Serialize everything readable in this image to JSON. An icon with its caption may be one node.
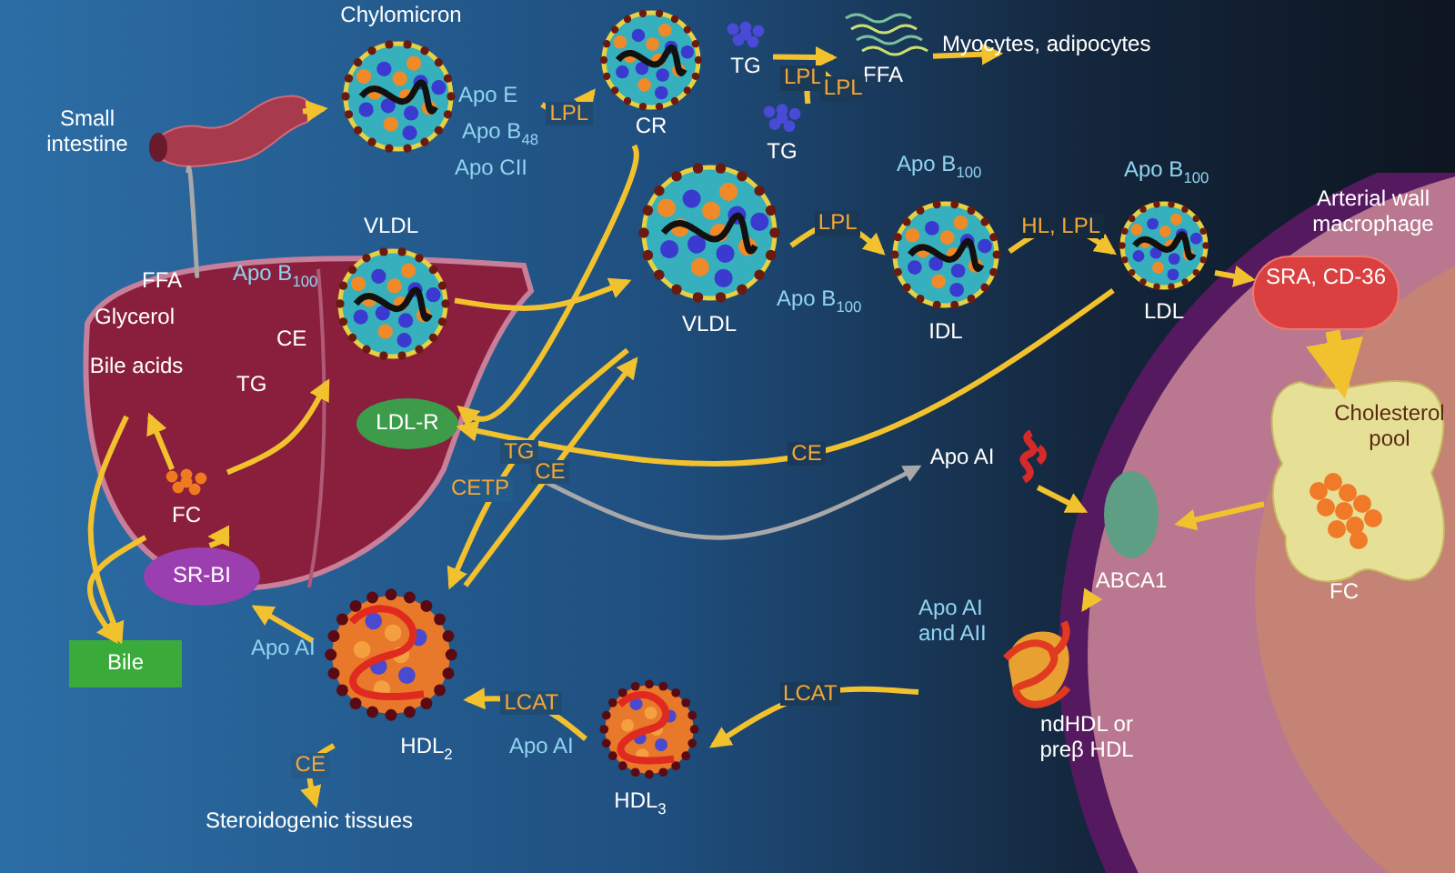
{
  "diagram": {
    "nodes": [
      {
        "text": [
          "Small intestine"
        ]
      },
      {
        "text": [
          "Chylomicron"
        ],
        "beside": [
          "Apo E",
          "Apo B$_{48}$",
          "Apo CII"
        ]
      },
      {
        "text": [
          "CR"
        ]
      },
      {
        "text": [
          "TG"
        ]
      },
      {
        "text": [
          "FFA"
        ]
      },
      {
        "text": [
          "Myocytes, adipocytes"
        ]
      },
      {
        "text": [
          "TG"
        ]
      },
      {
        "text": [
          "VLDL"
        ],
        "beside": [
          "Apo B$_{100}$"
        ]
      },
      {
        "text": [
          "IDL"
        ],
        "beside": [
          "Apo B$_{100}$"
        ]
      },
      {
        "text": [
          "LDL"
        ],
        "beside": [
          "Apo B$_{100}$"
        ]
      },
      {
        "text": [
          "Arterial wall macrophage"
        ]
      },
      {
        "text": [
          "SRA, CD-36"
        ],
        "in": 10
      },
      {
        "text": [
          "Cholesterol pool"
        ],
        "in": 10,
        "beside": [
          "FC"
        ]
      },
      {
        "text": [
          "ABCA1"
        ],
        "in": 10
      },
      {
        "text": [],
        "shape": "picture"
      },
      {
        "text": [
          "VLDL"
        ],
        "in": 14,
        "beside": [
          "Apo B$_{100}$"
        ]
      },
      {
        "text": [
          "LDL-R"
        ],
        "in": 14
      },
      {
        "text": [
          "FC"
        ],
        "in": 14
      },
      {
        "text": [
          "Bile acids"
        ],
        "in": 14
      },
      {
        "text": [
          "Bile"
        ]
      },
      {
        "text": [
          "SR-BI"
        ]
      },
      {
        "text": [
          "HDL$_{2}$"
        ],
        "beside": [
          "Apo AI"
        ]
      },
      {
        "text": [
          "HDL$_{3}$"
        ],
        "beside": [
          "Apo AI"
        ]
      },
      {
        "text": [
          "ndHDL or preβ HDL"
        ],
        "beside": [
          "Apo AI and AII"
        ]
      },
      {
        "text": [
          "Apo AI"
        ]
      },
      {
        "text": [
          "Steroidogenic tissues"
        ]
      }
    ],
    "edges": [
      {
        "from": 0,
        "to": 1,
        "arrow": "to"
      },
      {
        "from": 0,
        "to": 14,
        "arrow": "none",
        "color": "#a8a8a8"
      },
      {
        "from": 1,
        "to": 2,
        "arrow": "to",
        "label": "LPL"
      },
      {
        "from": 2,
        "to": 16,
        "arrow": "to"
      },
      {
        "from": 3,
        "to": 4,
        "arrow": "to",
        "label": "LPL"
      },
      {
        "from": 6,
        "to": 4,
        "arrow": "to",
        "label": "LPL"
      },
      {
        "from": 4,
        "to": 5,
        "arrow": "to"
      },
      {
        "from": 15,
        "to": 7,
        "arrow": "to"
      },
      {
        "from": 7,
        "to": 8,
        "arrow": "to",
        "label": "LPL"
      },
      {
        "from": 8,
        "to": 9,
        "arrow": "to",
        "label": "HL, LPL"
      },
      {
        "from": 9,
        "to": 11,
        "arrow": "to"
      },
      {
        "from": 11,
        "to": 12,
        "arrow": "to",
        "style": "thick"
      },
      {
        "from": 9,
        "to": 16,
        "arrow": "to",
        "label": "CE"
      },
      {
        "from": 21,
        "to": 7,
        "arrow": "to",
        "label": "CE"
      },
      {
        "from": 7,
        "to": 21,
        "arrow": "to",
        "label": "TG"
      },
      {
        "from": 12,
        "to": 13,
        "arrow": "to"
      },
      {
        "from": 24,
        "to": 13,
        "arrow": "to"
      },
      {
        "from": 13,
        "to": 23,
        "arrow": "to"
      },
      {
        "from": 14,
        "to": 24,
        "arrow": "to",
        "color": "#a8a8a8"
      },
      {
        "from": 23,
        "to": 22,
        "arrow": "to",
        "label": "LCAT"
      },
      {
        "from": 22,
        "to": 21,
        "arrow": "to",
        "label": "LCAT"
      },
      {
        "from": 21,
        "to": 20,
        "arrow": "to"
      },
      {
        "from": 20,
        "to": 17,
        "arrow": "to"
      },
      {
        "from": 17,
        "to": 18,
        "arrow": "to"
      },
      {
        "from": 17,
        "to": 15,
        "arrow": "to"
      },
      {
        "from": 18,
        "to": 19,
        "arrow": "to"
      },
      {
        "from": 17,
        "to": 19,
        "arrow": "to"
      },
      {
        "from": 21,
        "to": 25,
        "arrow": "to",
        "label": "CE"
      }
    ],
    "labels": [
      "FFA",
      "Glycerol",
      "TG",
      "CE",
      "CETP"
    ]
  }
}
